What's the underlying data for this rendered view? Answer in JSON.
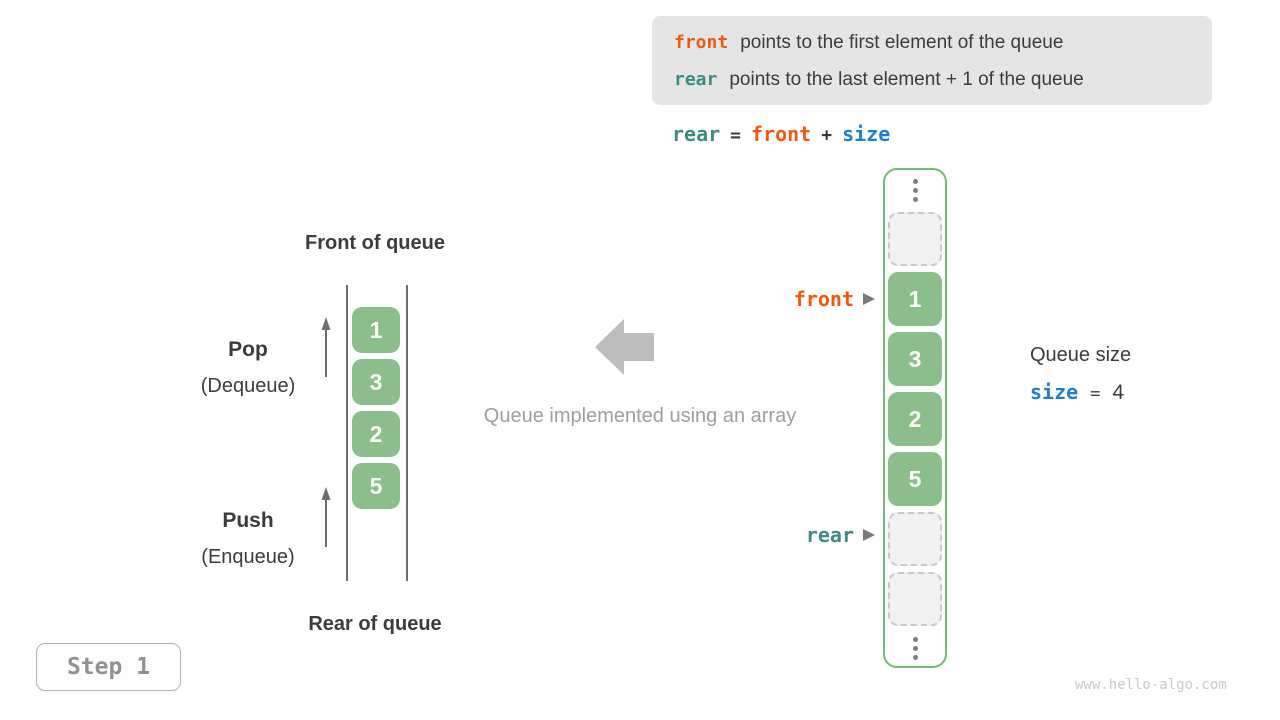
{
  "colors": {
    "orange": "#f2590e",
    "teal": "#3b8c82",
    "blue": "#1c7fd6",
    "cell-green": "#8cbe8c",
    "container-green": "#74b974",
    "text-dark": "#3c3c3c",
    "gray-caption": "#9e9e9e",
    "arrow-gray": "#bdbdbd",
    "line-gray": "#6e6e6e"
  },
  "info_box": {
    "lines": [
      {
        "code": "front",
        "text": "points to the first element of the queue"
      },
      {
        "code": "rear",
        "text": "points to the last element + 1 of the queue"
      }
    ]
  },
  "formula": {
    "rear": "rear",
    "eq": "=",
    "front": "front",
    "plus": "+",
    "size": "size"
  },
  "left_queue": {
    "front_label": "Front of queue",
    "rear_label": "Rear of queue",
    "pop_label": "Pop",
    "pop_sub": "(Dequeue)",
    "push_label": "Push",
    "push_sub": "(Enqueue)",
    "values": [
      "1",
      "3",
      "2",
      "5"
    ]
  },
  "middle": {
    "caption": "Queue implemented using an array"
  },
  "array_view": {
    "front_pointer": "front",
    "rear_pointer": "rear",
    "cells": [
      {
        "type": "ellipsis"
      },
      {
        "type": "empty"
      },
      {
        "type": "value",
        "value": "1"
      },
      {
        "type": "value",
        "value": "3"
      },
      {
        "type": "value",
        "value": "2"
      },
      {
        "type": "value",
        "value": "5"
      },
      {
        "type": "empty"
      },
      {
        "type": "empty"
      },
      {
        "type": "ellipsis"
      }
    ]
  },
  "queue_size": {
    "label": "Queue size",
    "code": "size",
    "eq": "=",
    "value": "4"
  },
  "step_badge": {
    "label": "Step 1"
  },
  "watermark": "www.hello-algo.com"
}
